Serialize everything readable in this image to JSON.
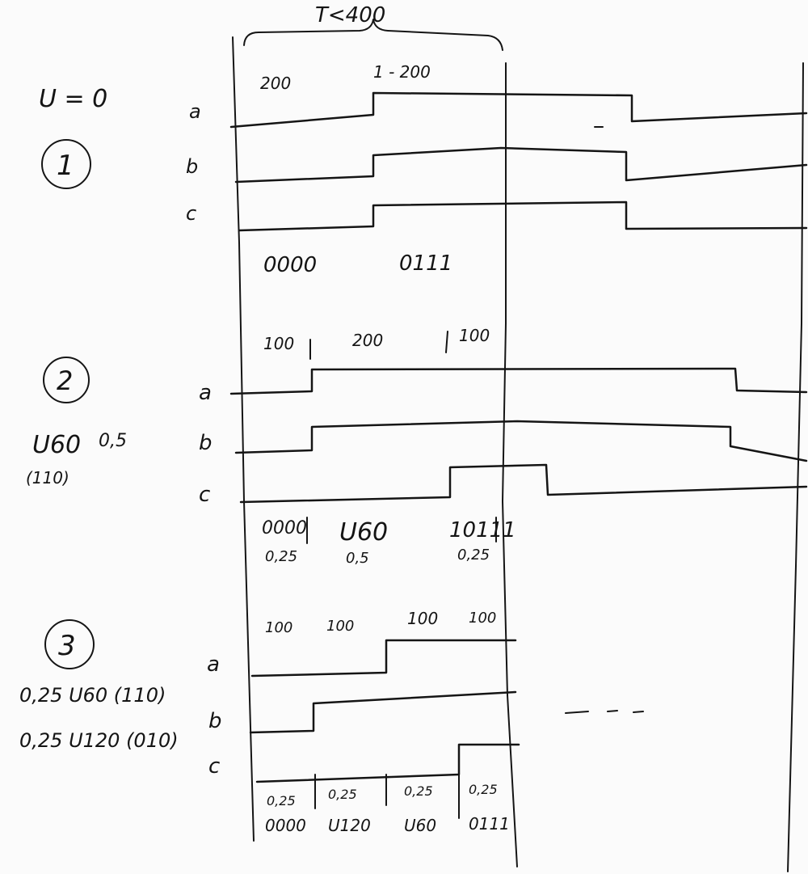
{
  "period_label": "T<400",
  "ink_color": "#151515",
  "section1": {
    "number": "1",
    "title": "U = 0",
    "timing": [
      "200",
      "1 - 200"
    ],
    "signals": [
      "a",
      "b",
      "c"
    ],
    "states": [
      "0000",
      "0111"
    ]
  },
  "section2": {
    "number": "2",
    "vector": "U60",
    "duty": "0,5",
    "code": "(110)",
    "timing": [
      "100",
      "200",
      "100"
    ],
    "signals": [
      "a",
      "b",
      "c"
    ],
    "states": [
      "0000",
      "U60",
      "10111"
    ],
    "durations": [
      "0,25",
      "0,5",
      "0,25"
    ]
  },
  "section3": {
    "number": "3",
    "line1": "0,25 U60 (110)",
    "line2": "0,25 U120 (010)",
    "timing": [
      "100",
      "100",
      "100",
      "100"
    ],
    "signals": [
      "a",
      "b",
      "c"
    ],
    "durations": [
      "0,25",
      "0,25",
      "0,25",
      "0,25"
    ],
    "states": [
      "0000",
      "U120",
      "U60",
      "0111"
    ]
  }
}
